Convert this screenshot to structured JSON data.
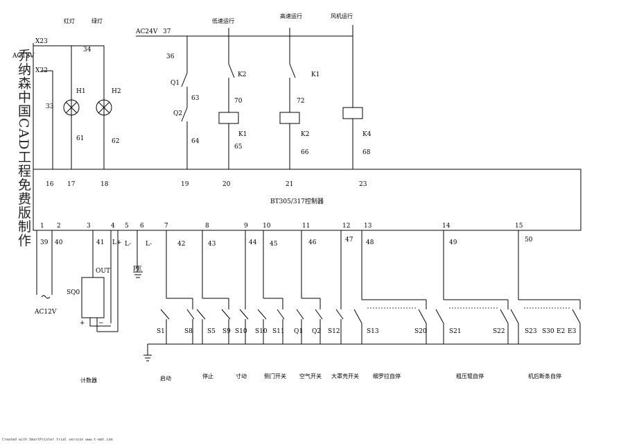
{
  "watermark": "乔纳森中国CAD工程免费版制作",
  "footer": "Created with SmartPrinter trial version www.t-mat.com",
  "controller": "BT305/317控制器",
  "top": {
    "lamp_red": "红灯",
    "lamp_green": "绿灯",
    "low_run": "低速运行",
    "high_run": "高速运行",
    "fan_run": "风机运行",
    "ac24": "AC24V",
    "ac12": "AC12V",
    "x23": "X23",
    "x22": "X22",
    "n34": "34",
    "n33": "33",
    "n37": "37",
    "n36": "36",
    "h1": "H1",
    "h2": "H2",
    "n61": "61",
    "n62": "62",
    "q1": "Q1",
    "q2": "Q2",
    "n63": "63",
    "n64": "64",
    "k2a": "K2",
    "n70": "70",
    "k1a": "K1",
    "n65": "65",
    "k1b": "K1",
    "n72": "72",
    "k2b": "K2",
    "n66": "66",
    "k4": "K4",
    "n68": "68"
  },
  "top_terminals": [
    "16",
    "17",
    "18",
    "19",
    "20",
    "21",
    "23"
  ],
  "bottom_terminals": [
    "1",
    "2",
    "3",
    "4",
    "5",
    "6",
    "7",
    "8",
    "9",
    "10",
    "11",
    "12",
    "13",
    "14",
    "15"
  ],
  "wires": [
    "39",
    "40",
    "41",
    "L+",
    "L-",
    "L-",
    "42",
    "43",
    "44",
    "45",
    "46",
    "47",
    "48",
    "49",
    "50"
  ],
  "bottom": {
    "out": "OUT",
    "sq0": "SQ0",
    "pe": "PE",
    "ac12v": "AC12V",
    "plus": "+",
    "minus": "−",
    "s1": "S1",
    "s8": "S8",
    "s5": "S5",
    "s9": "S9",
    "s10": "S10",
    "s10b": "S10",
    "s11": "S11",
    "q1": "Q1",
    "q2": "Q2",
    "s12": "S12",
    "s13": "S13",
    "s20": "S20",
    "s21": "S21",
    "s22": "S22",
    "s23": "S23",
    "s30": "S30",
    "e2": "E2",
    "e3": "E3"
  },
  "captions": [
    "计数器",
    "启动",
    "停止",
    "寸动",
    "侧门开关",
    "空气开关",
    "大罩壳开关",
    "细罗拉自停",
    "粗压辊自停",
    "机后断条自停"
  ]
}
